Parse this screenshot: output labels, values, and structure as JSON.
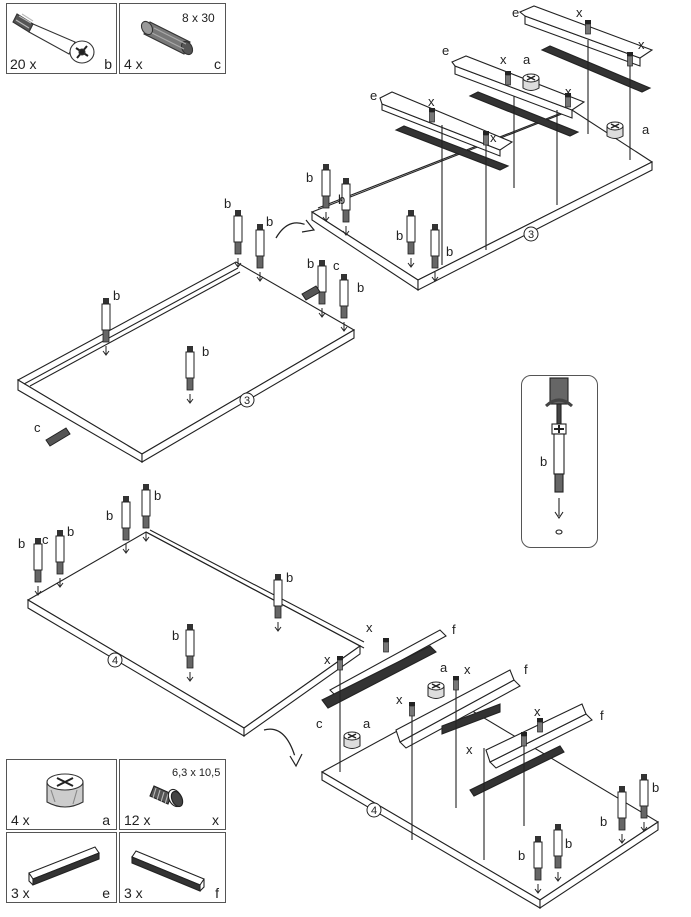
{
  "legend_top": [
    {
      "qty": "20 x",
      "code": "b",
      "dim": ""
    },
    {
      "qty": "4 x",
      "code": "c",
      "dim": "8 x 30"
    }
  ],
  "legend_bottom": [
    {
      "qty": "4 x",
      "code": "a",
      "dim": ""
    },
    {
      "qty": "12 x",
      "code": "x",
      "dim": "6,3 x 10,5"
    },
    {
      "qty": "3 x",
      "code": "e",
      "dim": ""
    },
    {
      "qty": "3 x",
      "code": "f",
      "dim": ""
    }
  ],
  "step_number_3": "3",
  "step_number_4": "4",
  "part_codes": {
    "a": "a",
    "b": "b",
    "c": "c",
    "e": "e",
    "f": "f",
    "x": "x"
  },
  "icons": [
    "dowel-icon",
    "screw-icon",
    "cam-lock-icon",
    "bracket-icon",
    "rotate-arrow-icon",
    "screwdriver-icon"
  ]
}
